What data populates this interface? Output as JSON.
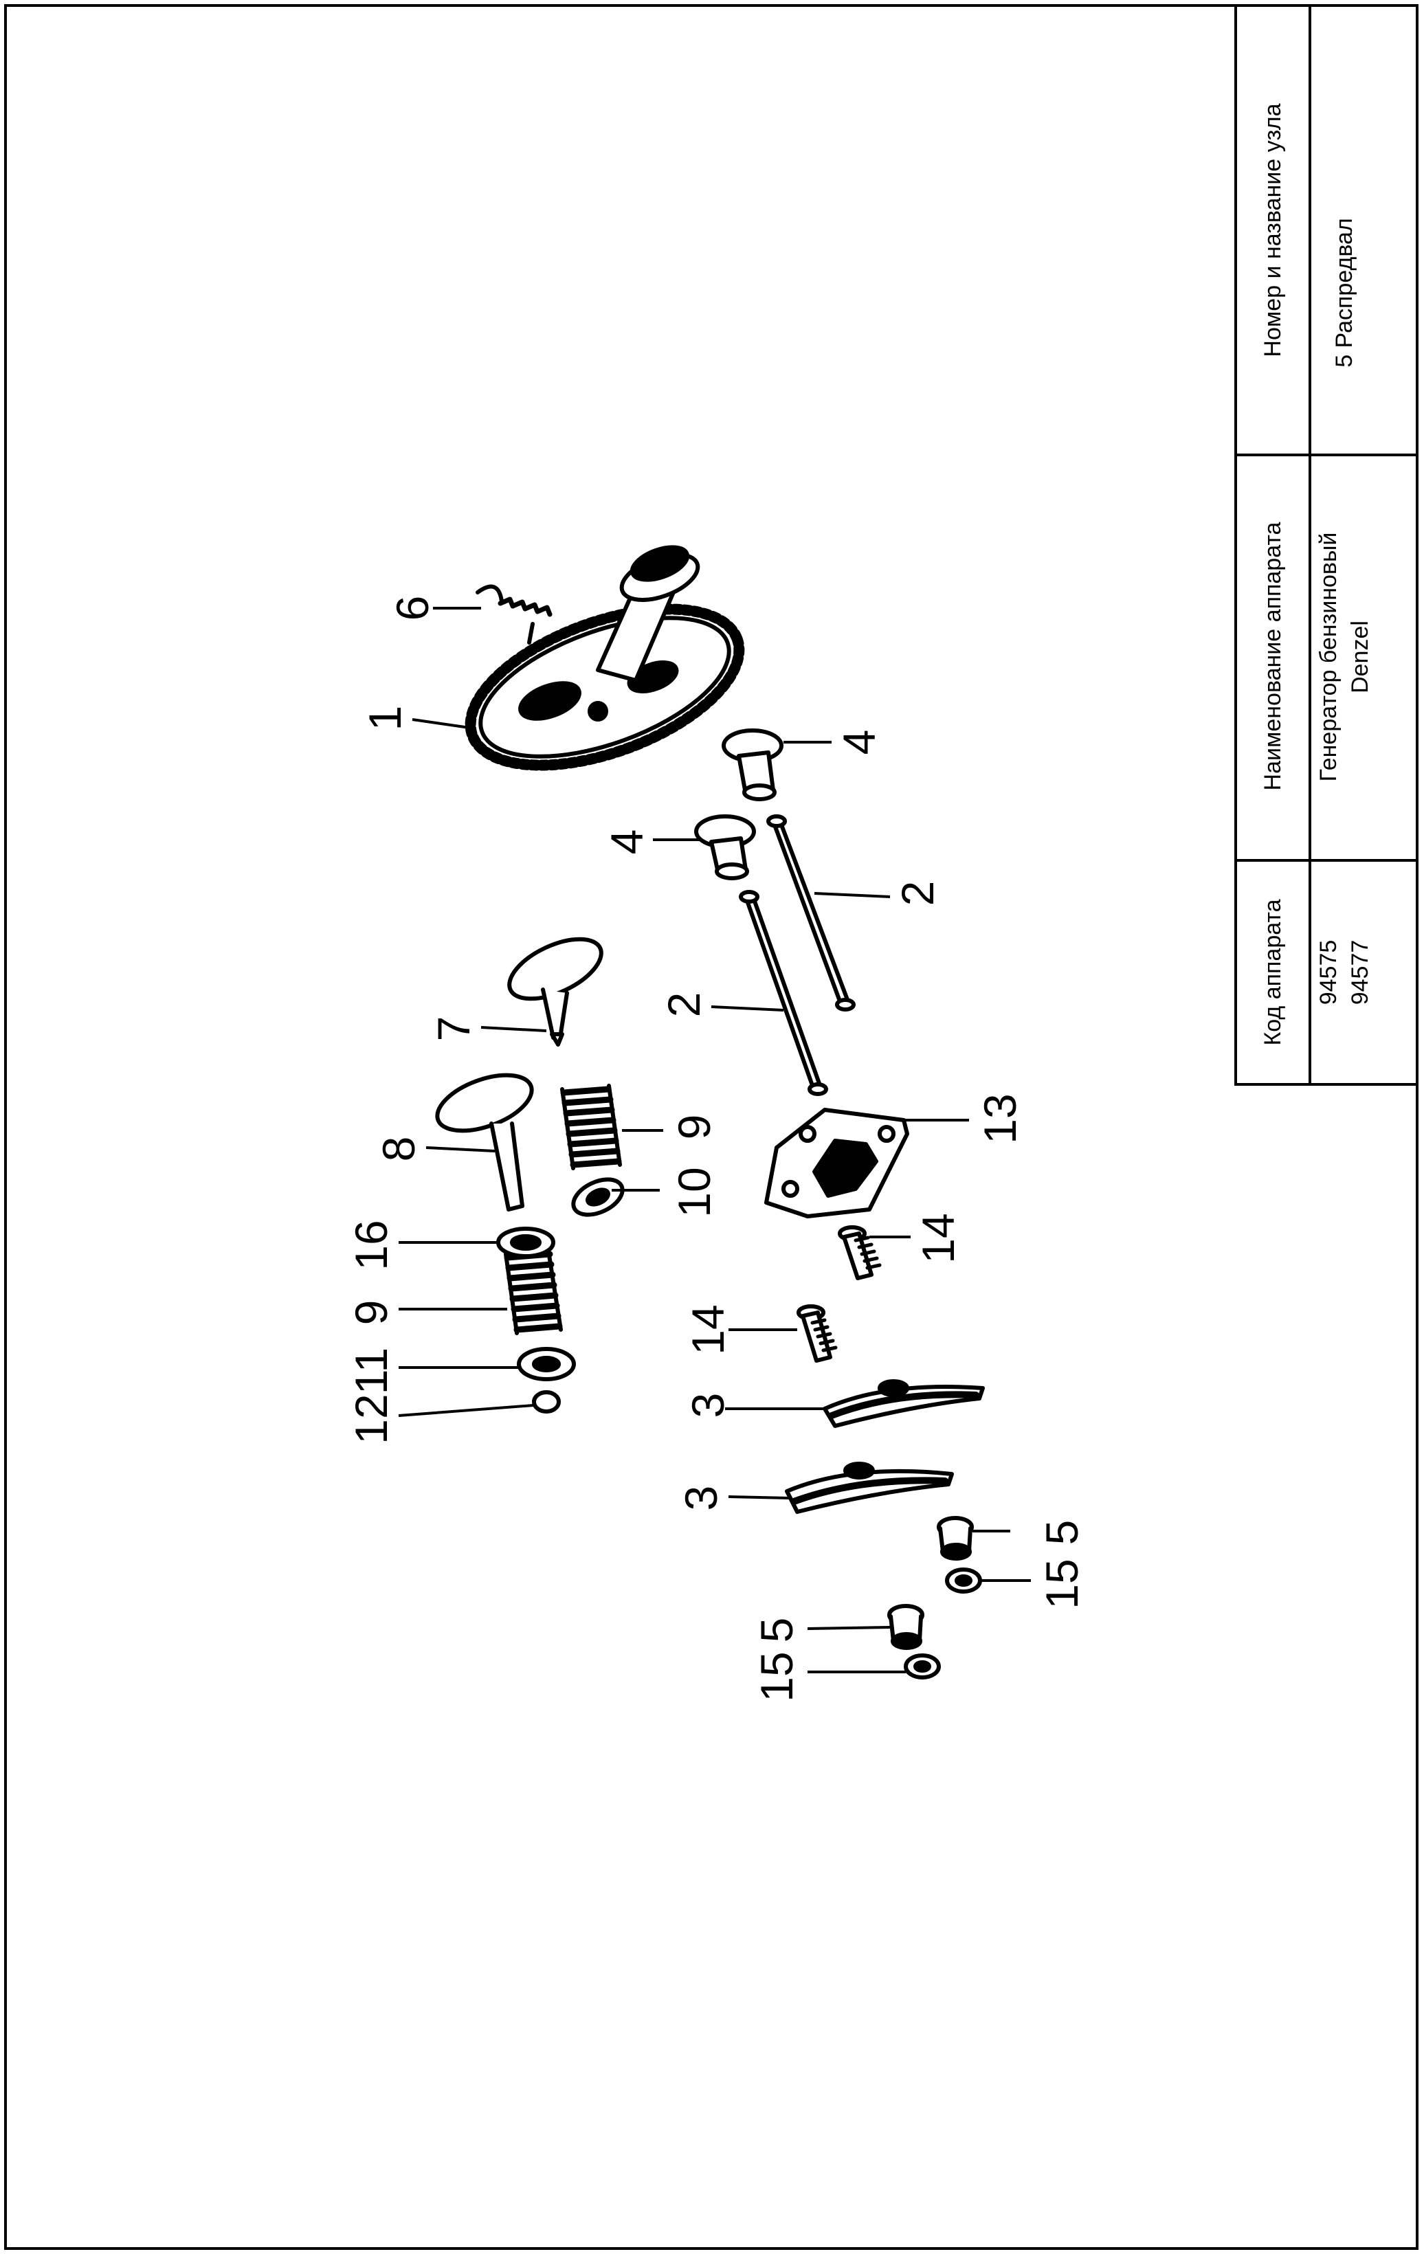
{
  "title_block": {
    "headers": {
      "unit": "Номер и название узла",
      "device_name": "Наименование аппарата",
      "device_code": "Код аппарата"
    },
    "values": {
      "unit": "5 Распредвал",
      "device_name_line1": "Генератор бензиновый",
      "device_name_line2": "Denzel",
      "device_code_line1": "94575",
      "device_code_line2": "94577"
    }
  },
  "callouts": {
    "n1": "1",
    "n2": "2",
    "n3": "3",
    "n4": "4",
    "n5": "5",
    "n6": "6",
    "n7": "7",
    "n8": "8",
    "n9": "9",
    "n10": "10",
    "n11": "11",
    "n12": "12",
    "n13": "13",
    "n14": "14",
    "n15": "15",
    "n16": "16"
  }
}
